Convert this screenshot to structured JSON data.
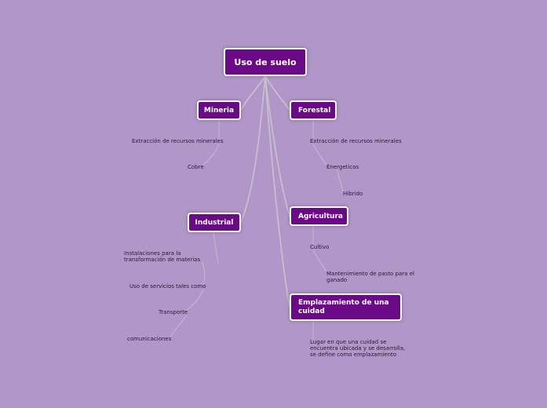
{
  "colors": {
    "background": "#b197c9",
    "node_fill": "#6b0a86",
    "node_border": "#ffffff",
    "connector": "#c9c3cc"
  },
  "root": {
    "label": "Uso de suelo"
  },
  "branches": {
    "mineria": {
      "label": "Mineria",
      "items": [
        "Extracción de recursos minerales",
        "Cobre"
      ]
    },
    "forestal": {
      "label": "Forestal",
      "items": [
        "Extracción de recursos minerales",
        "Energeticos",
        "Hibrido"
      ]
    },
    "industrial": {
      "label": "Industrial",
      "items": [
        "Instalaciones para la transformación de materias",
        "Uso de servicios tales como",
        "Transporte",
        "comunicaciones"
      ]
    },
    "agricultura": {
      "label": "Agricultura",
      "items": [
        "Cultivo",
        "Mantenimiento de pasto para el ganado"
      ]
    },
    "emplazamiento": {
      "label": "Emplazamiento de una cuidad",
      "items": [
        "Lugar en que una cuidad se encuentra ubicada y se desarrolla, se define como emplazamiento"
      ]
    }
  }
}
